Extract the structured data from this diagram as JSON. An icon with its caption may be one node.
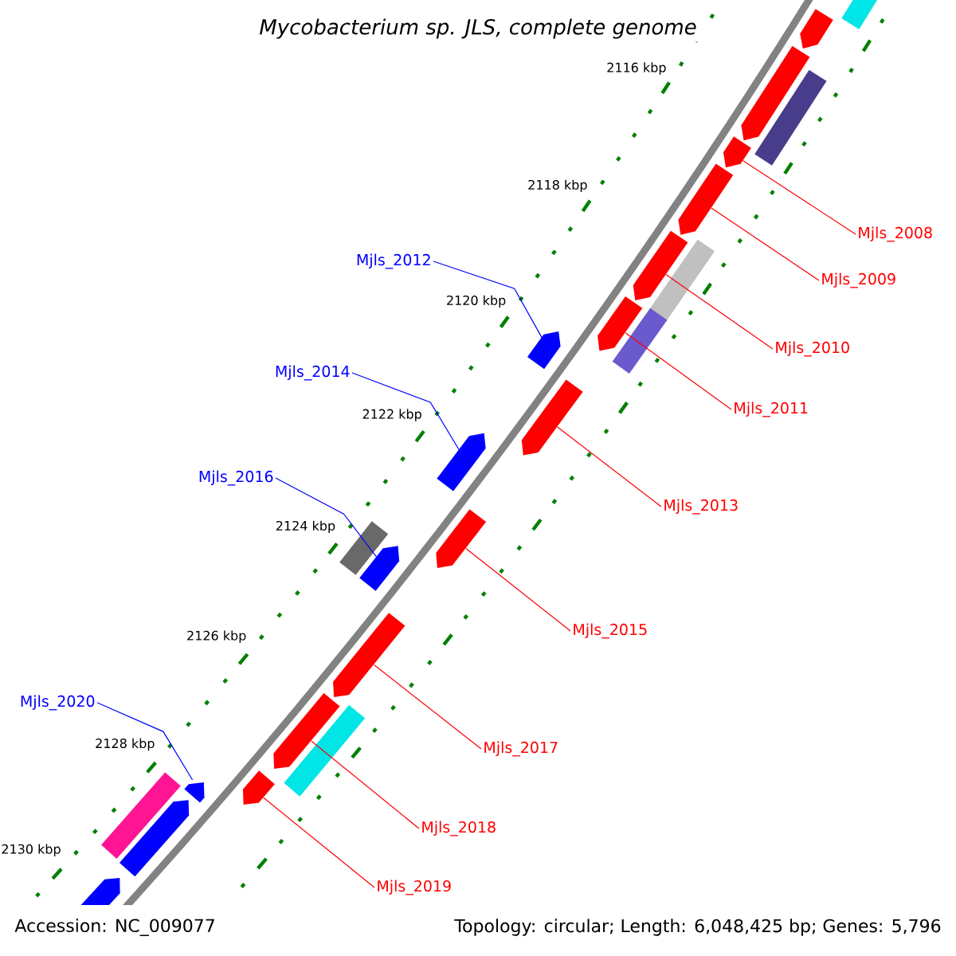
{
  "diagram": {
    "title": "Mycobacterium sp. JLS, complete genome",
    "nodes": [
      {
        "text": [
          "Mjls_2008"
        ]
      },
      {
        "text": [
          "Mjls_2009"
        ]
      },
      {
        "text": [
          "Mjls_2010"
        ]
      },
      {
        "text": [
          "Mjls_2011"
        ]
      },
      {
        "text": [
          "Mjls_2012"
        ]
      },
      {
        "text": [
          "Mjls_2013"
        ]
      },
      {
        "text": [
          "Mjls_2014"
        ]
      },
      {
        "text": [
          "Mjls_2015"
        ]
      },
      {
        "text": [
          "Mjls_2016"
        ]
      },
      {
        "text": [
          "Mjls_2017"
        ]
      },
      {
        "text": [
          "Mjls_2018"
        ]
      },
      {
        "text": [
          "Mjls_2019"
        ]
      },
      {
        "text": [
          "Mjls_2020"
        ]
      },
      {
        "text": [],
        "shape": "arrow"
      },
      {
        "text": [],
        "shape": "arrow"
      },
      {
        "text": [],
        "shape": "arrow"
      },
      {
        "text": [],
        "shape": "arrow"
      },
      {
        "text": [],
        "shape": "arrow"
      },
      {
        "text": [],
        "shape": "arrow"
      },
      {
        "text": [],
        "shape": "arrow"
      },
      {
        "text": [],
        "shape": "arrow"
      },
      {
        "text": [],
        "shape": "arrow"
      },
      {
        "text": [],
        "shape": "arrow"
      },
      {
        "text": [],
        "shape": "arrow"
      },
      {
        "text": [],
        "shape": "arrow"
      },
      {
        "text": [],
        "shape": "arrow"
      },
      {
        "text": [],
        "shape": "arrow"
      },
      {
        "text": [],
        "shape": "bar"
      },
      {
        "text": [],
        "shape": "arrow"
      },
      {
        "text": [],
        "shape": "bar"
      },
      {
        "text": [],
        "shape": "bar"
      },
      {
        "text": [],
        "shape": "bar"
      },
      {
        "text": [],
        "shape": "bar"
      },
      {
        "text": [],
        "shape": "bar"
      },
      {
        "text": [],
        "shape": "bar"
      },
      {
        "text": [],
        "shape": "arrow"
      },
      {
        "text": [],
        "shape": "arrow"
      }
    ],
    "edges": [
      {
        "from": 0,
        "to": 13,
        "arrow": "none"
      },
      {
        "from": 1,
        "to": 14,
        "arrow": "none"
      },
      {
        "from": 2,
        "to": 15,
        "arrow": "none"
      },
      {
        "from": 3,
        "to": 16,
        "arrow": "none"
      },
      {
        "from": 4,
        "to": 17,
        "arrow": "none",
        "color": "#0000ff"
      },
      {
        "from": 5,
        "to": 18,
        "arrow": "none"
      },
      {
        "from": 6,
        "to": 19,
        "arrow": "none",
        "color": "#0000ff"
      },
      {
        "from": 7,
        "to": 20,
        "arrow": "none"
      },
      {
        "from": 8,
        "to": 21,
        "arrow": "none",
        "color": "#0000ff"
      },
      {
        "from": 9,
        "to": 22,
        "arrow": "none"
      },
      {
        "from": 10,
        "to": 23,
        "arrow": "none"
      },
      {
        "from": 11,
        "to": 24,
        "arrow": "none"
      },
      {
        "from": 12,
        "to": 25,
        "arrow": "none",
        "color": "#0000ff"
      }
    ],
    "labels": [
      "2116 kbp",
      "2118 kbp",
      "2120 kbp",
      "2122 kbp",
      "2124 kbp",
      "2126 kbp",
      "2128 kbp",
      "2130 kbp",
      "Accession: NC_009077",
      "Topology: circular; Length: 6,048,425 bp; Genes: 5,796"
    ]
  }
}
